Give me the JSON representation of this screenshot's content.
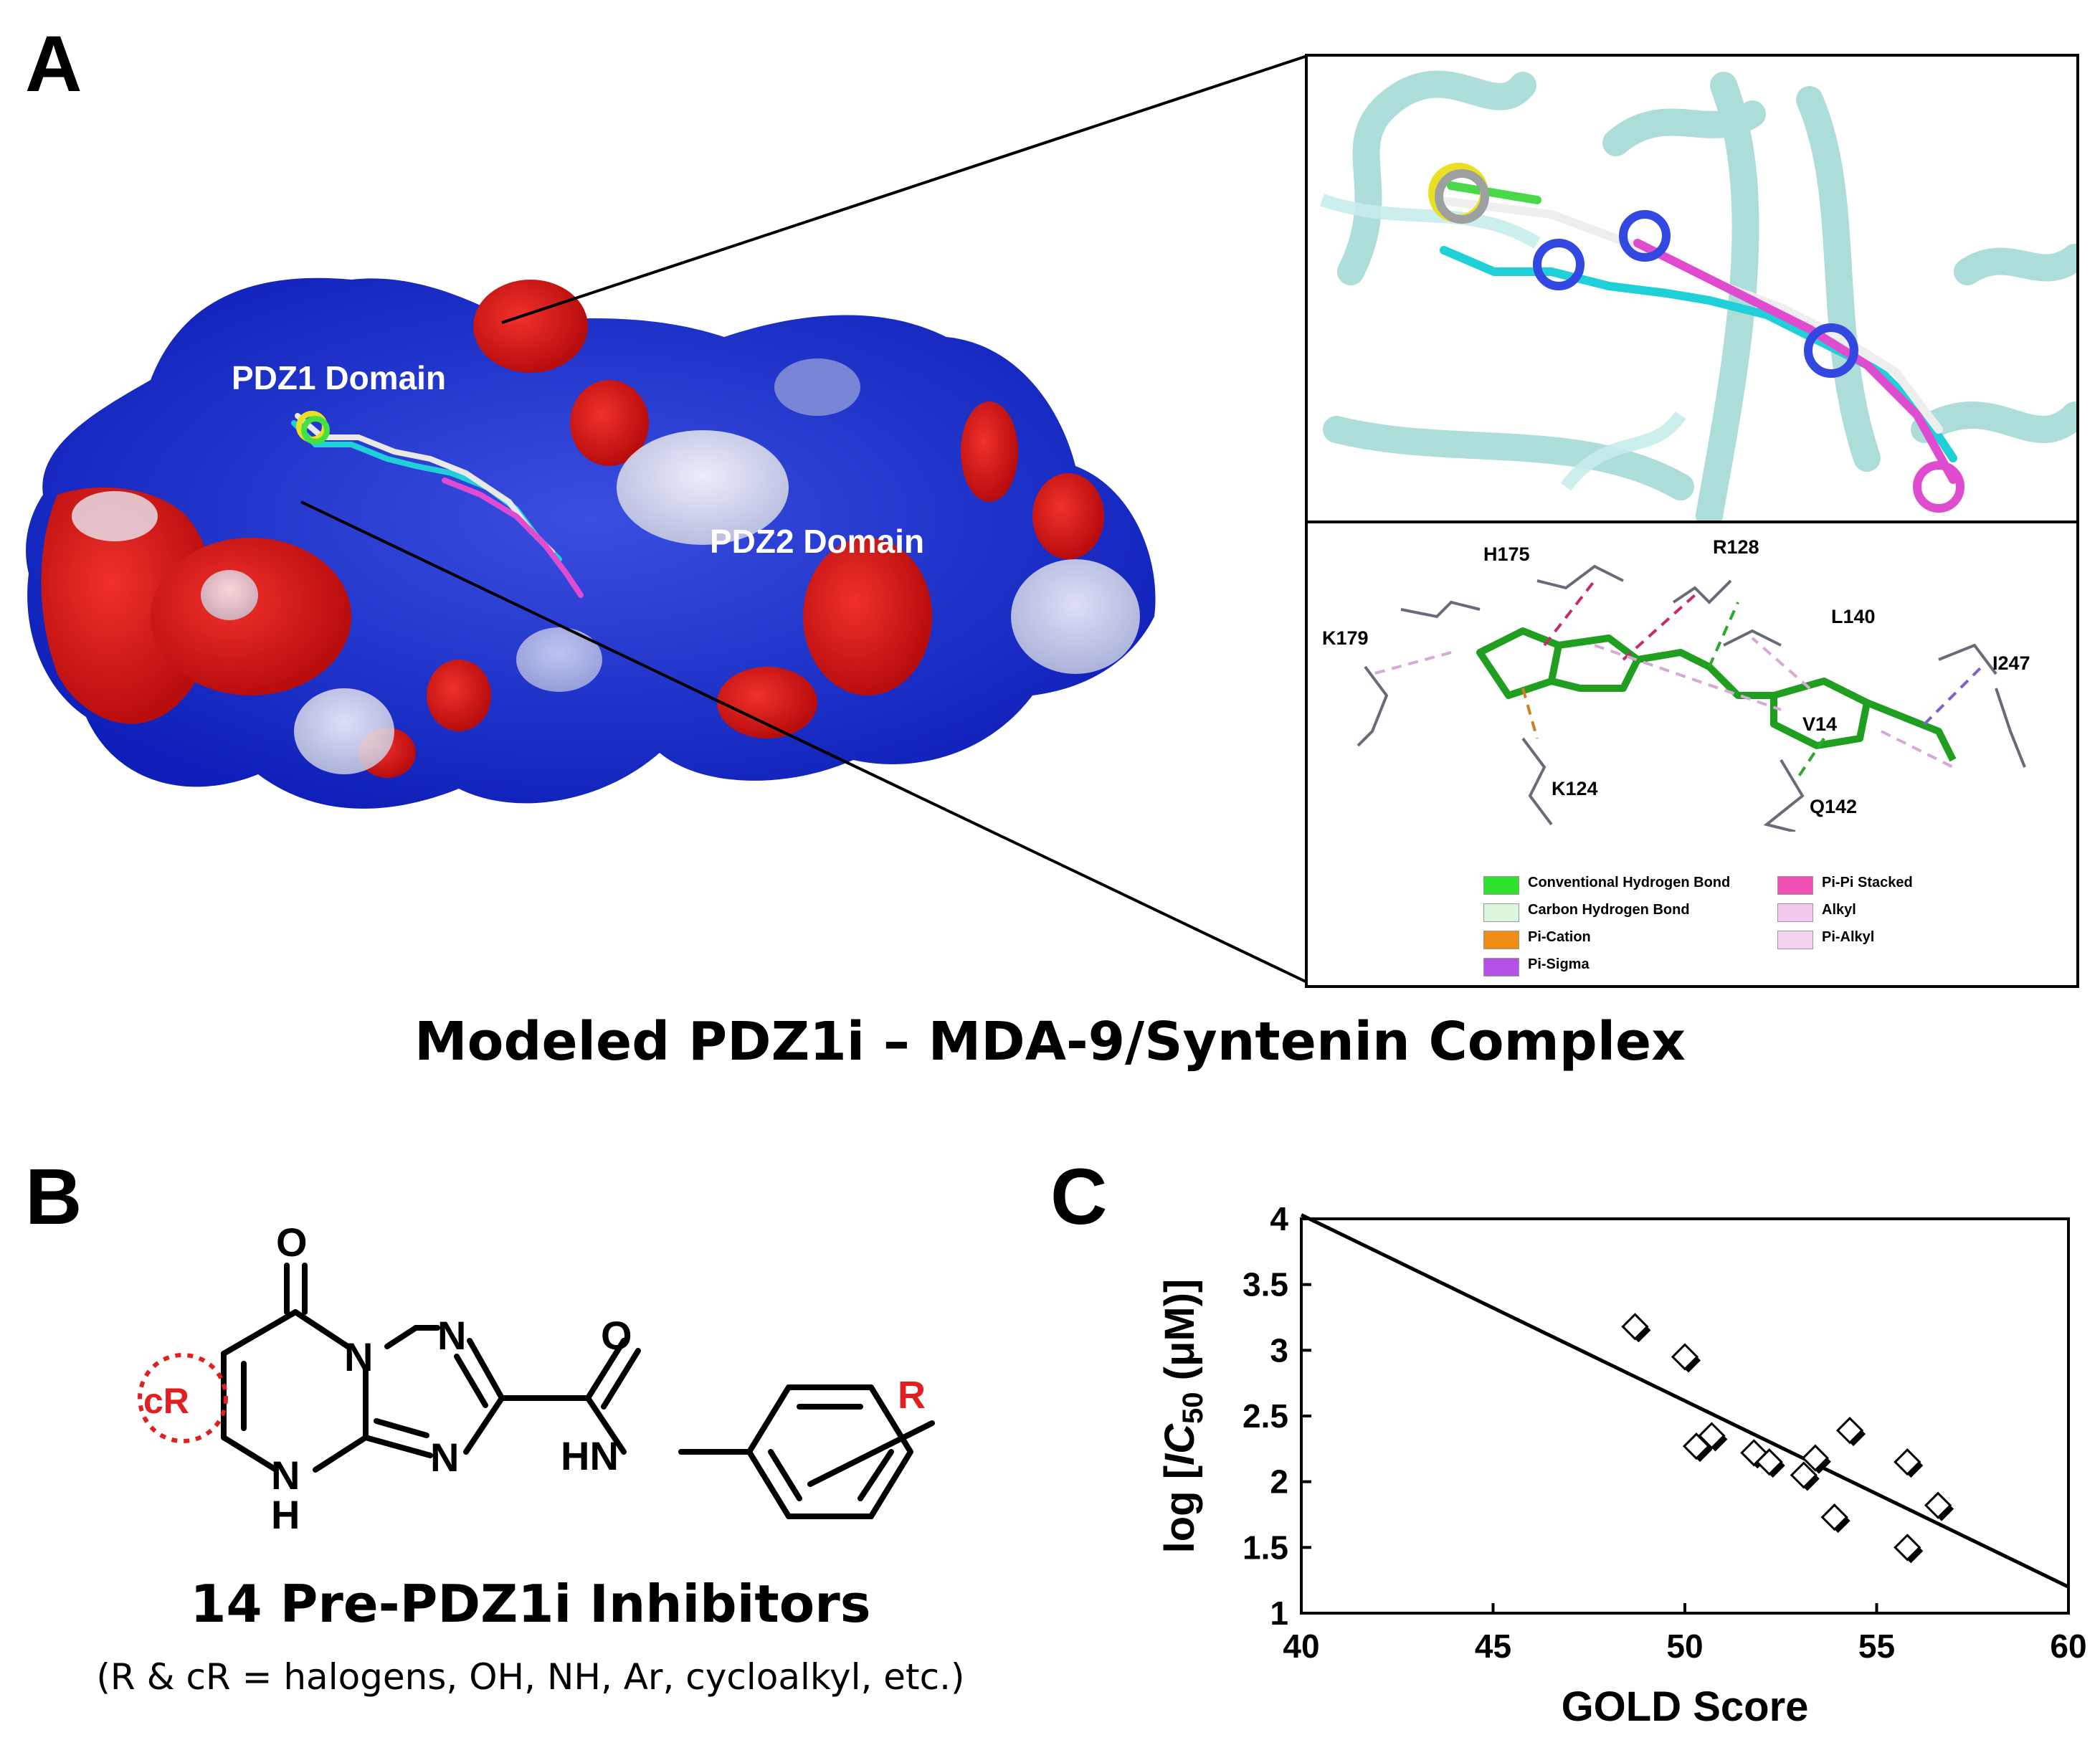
{
  "panels": {
    "a": {
      "letter": "A",
      "surface_labels": {
        "pdz1": "PDZ1 Domain",
        "pdz2": "PDZ2 Domain"
      },
      "caption": "Modeled PDZ1i – MDA-9/Syntenin Complex",
      "interaction": {
        "residues": [
          "H175",
          "R128",
          "K179",
          "L140",
          "I247",
          "V14",
          "K124",
          "Q142"
        ],
        "legend": [
          {
            "label": "Conventional Hydrogen Bond",
            "color": "#2fe02f"
          },
          {
            "label": "Carbon Hydrogen Bond",
            "color": "#dcf5dc"
          },
          {
            "label": "Pi-Cation",
            "color": "#f08c14"
          },
          {
            "label": "Pi-Sigma",
            "color": "#b450e6"
          },
          {
            "label": "Pi-Pi Stacked",
            "color": "#f050b4"
          },
          {
            "label": "Alkyl",
            "color": "#f5c8f0"
          },
          {
            "label": "Pi-Alkyl",
            "color": "#f5d2f0"
          }
        ]
      }
    },
    "b": {
      "letter": "B",
      "atoms": {
        "o1": "O",
        "o2": "O",
        "n1": "N",
        "n2": "N",
        "n3": "N",
        "nh": "N",
        "h": "H",
        "hn": "HN",
        "cr": "cR",
        "r": "R"
      },
      "title": "14 Pre-PDZ1i Inhibitors",
      "subtitle": "(R & cR = halogens, OH, NH, Ar, cycloalkyl, etc.)"
    },
    "c": {
      "letter": "C"
    }
  },
  "chart_data": {
    "type": "scatter",
    "xlabel": "GOLD Score",
    "ylabel_prefix": "log [",
    "ylabel_italic": "IC",
    "ylabel_sub": "50",
    "ylabel_suffix": " (μM)]",
    "xlim": [
      40,
      60
    ],
    "ylim": [
      1,
      4
    ],
    "xticks": [
      40,
      45,
      50,
      55,
      60
    ],
    "yticks": [
      1,
      1.5,
      2,
      2.5,
      3,
      3.5,
      4
    ],
    "ytick_labels": [
      "1",
      "1.5",
      "2",
      "2.5",
      "3",
      "3.5",
      "4"
    ],
    "points": [
      {
        "x": 48.7,
        "y": 3.18
      },
      {
        "x": 50.0,
        "y": 2.95
      },
      {
        "x": 50.3,
        "y": 2.27
      },
      {
        "x": 50.7,
        "y": 2.35
      },
      {
        "x": 51.8,
        "y": 2.22
      },
      {
        "x": 52.2,
        "y": 2.15
      },
      {
        "x": 53.1,
        "y": 2.05
      },
      {
        "x": 53.4,
        "y": 2.18
      },
      {
        "x": 53.9,
        "y": 1.73
      },
      {
        "x": 54.3,
        "y": 2.39
      },
      {
        "x": 55.8,
        "y": 2.15
      },
      {
        "x": 55.8,
        "y": 1.5
      },
      {
        "x": 56.6,
        "y": 1.82
      }
    ],
    "fit_line": {
      "x": [
        40,
        60
      ],
      "y": [
        4.03,
        1.2
      ]
    },
    "grid": false,
    "legend": "none"
  }
}
